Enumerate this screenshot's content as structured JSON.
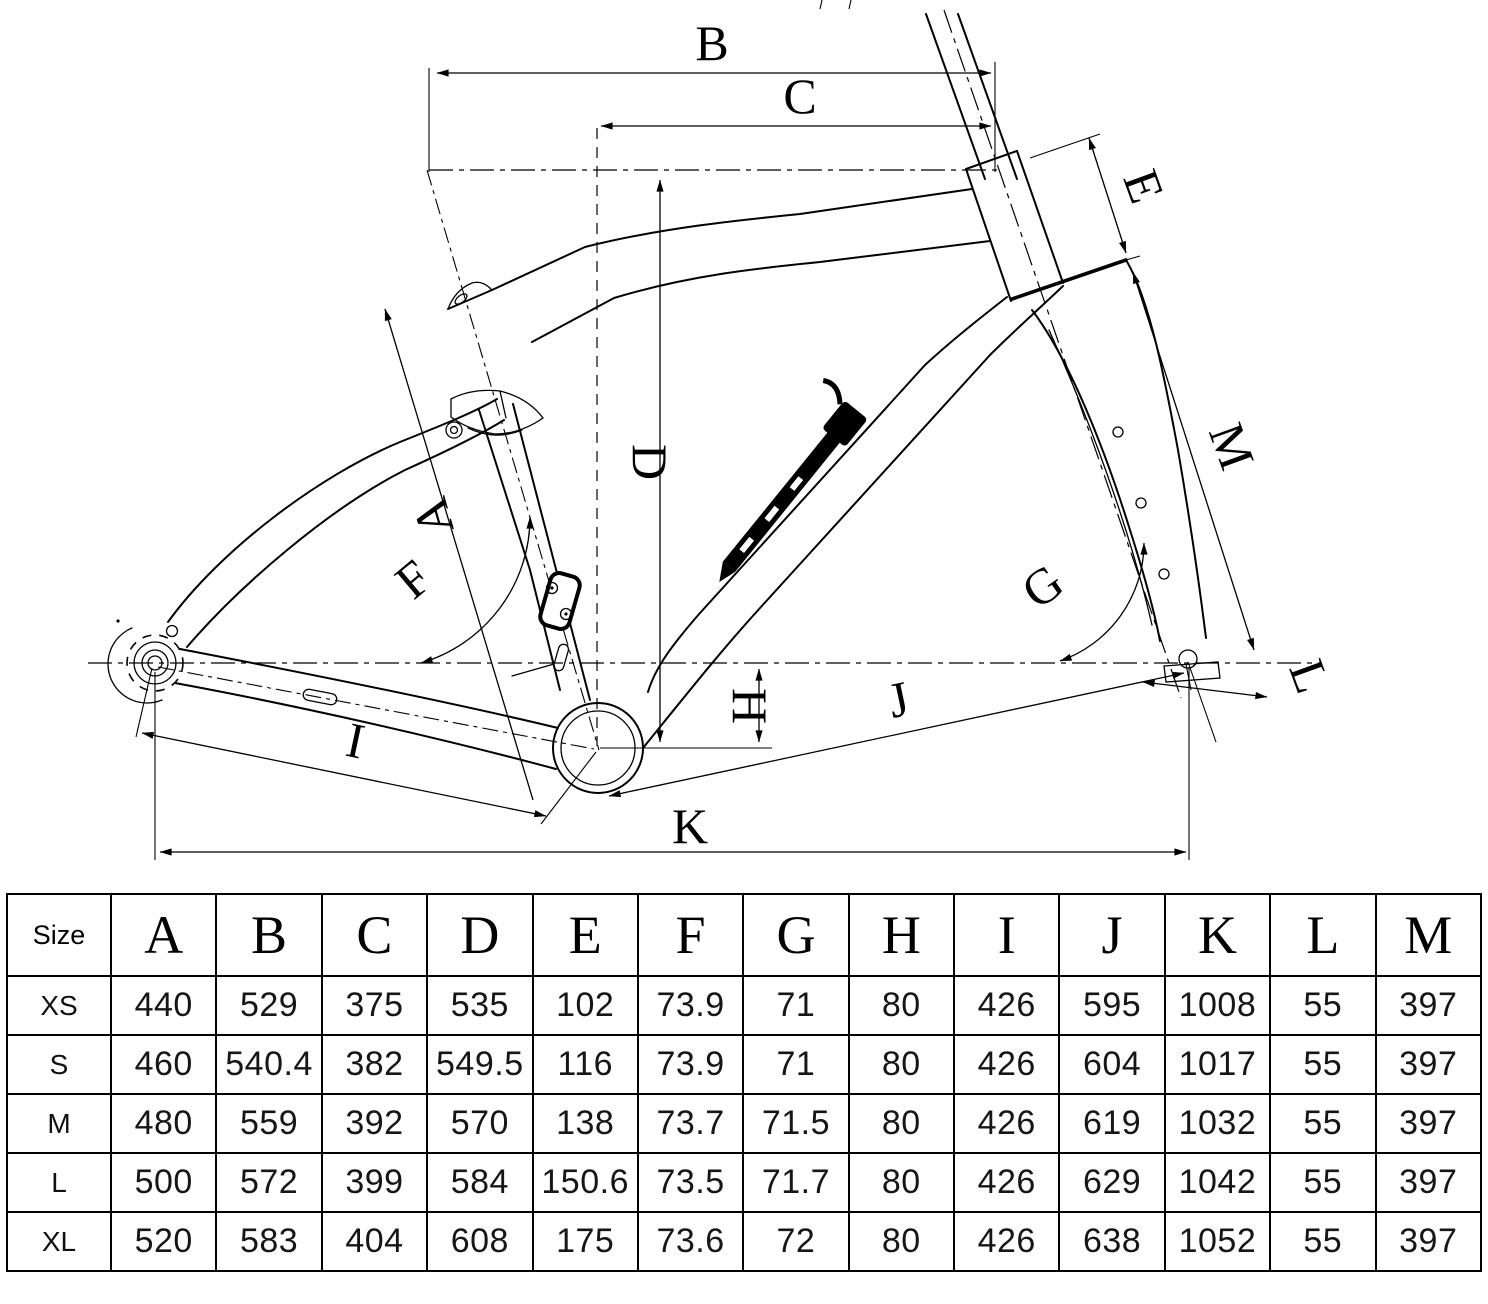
{
  "diagram": {
    "letters": {
      "A": "A",
      "B": "B",
      "C": "C",
      "D": "D",
      "E": "E",
      "F": "F",
      "G": "G",
      "H": "H",
      "I": "I",
      "J": "J",
      "K": "K",
      "L": "L",
      "M": "M"
    }
  },
  "table": {
    "header": [
      "Size",
      "A",
      "B",
      "C",
      "D",
      "E",
      "F",
      "G",
      "H",
      "I",
      "J",
      "K",
      "L",
      "M"
    ],
    "rows": [
      {
        "cells": [
          "XS",
          "440",
          "529",
          "375",
          "535",
          "102",
          "73.9",
          "71",
          "80",
          "426",
          "595",
          "1008",
          "55",
          "397"
        ]
      },
      {
        "cells": [
          "S",
          "460",
          "540.4",
          "382",
          "549.5",
          "116",
          "73.9",
          "71",
          "80",
          "426",
          "604",
          "1017",
          "55",
          "397"
        ]
      },
      {
        "cells": [
          "M",
          "480",
          "559",
          "392",
          "570",
          "138",
          "73.7",
          "71.5",
          "80",
          "426",
          "619",
          "1032",
          "55",
          "397"
        ]
      },
      {
        "cells": [
          "L",
          "500",
          "572",
          "399",
          "584",
          "150.6",
          "73.5",
          "71.7",
          "80",
          "426",
          "629",
          "1042",
          "55",
          "397"
        ]
      },
      {
        "cells": [
          "XL",
          "520",
          "583",
          "404",
          "608",
          "175",
          "73.6",
          "72",
          "80",
          "426",
          "638",
          "1052",
          "55",
          "397"
        ]
      }
    ]
  }
}
